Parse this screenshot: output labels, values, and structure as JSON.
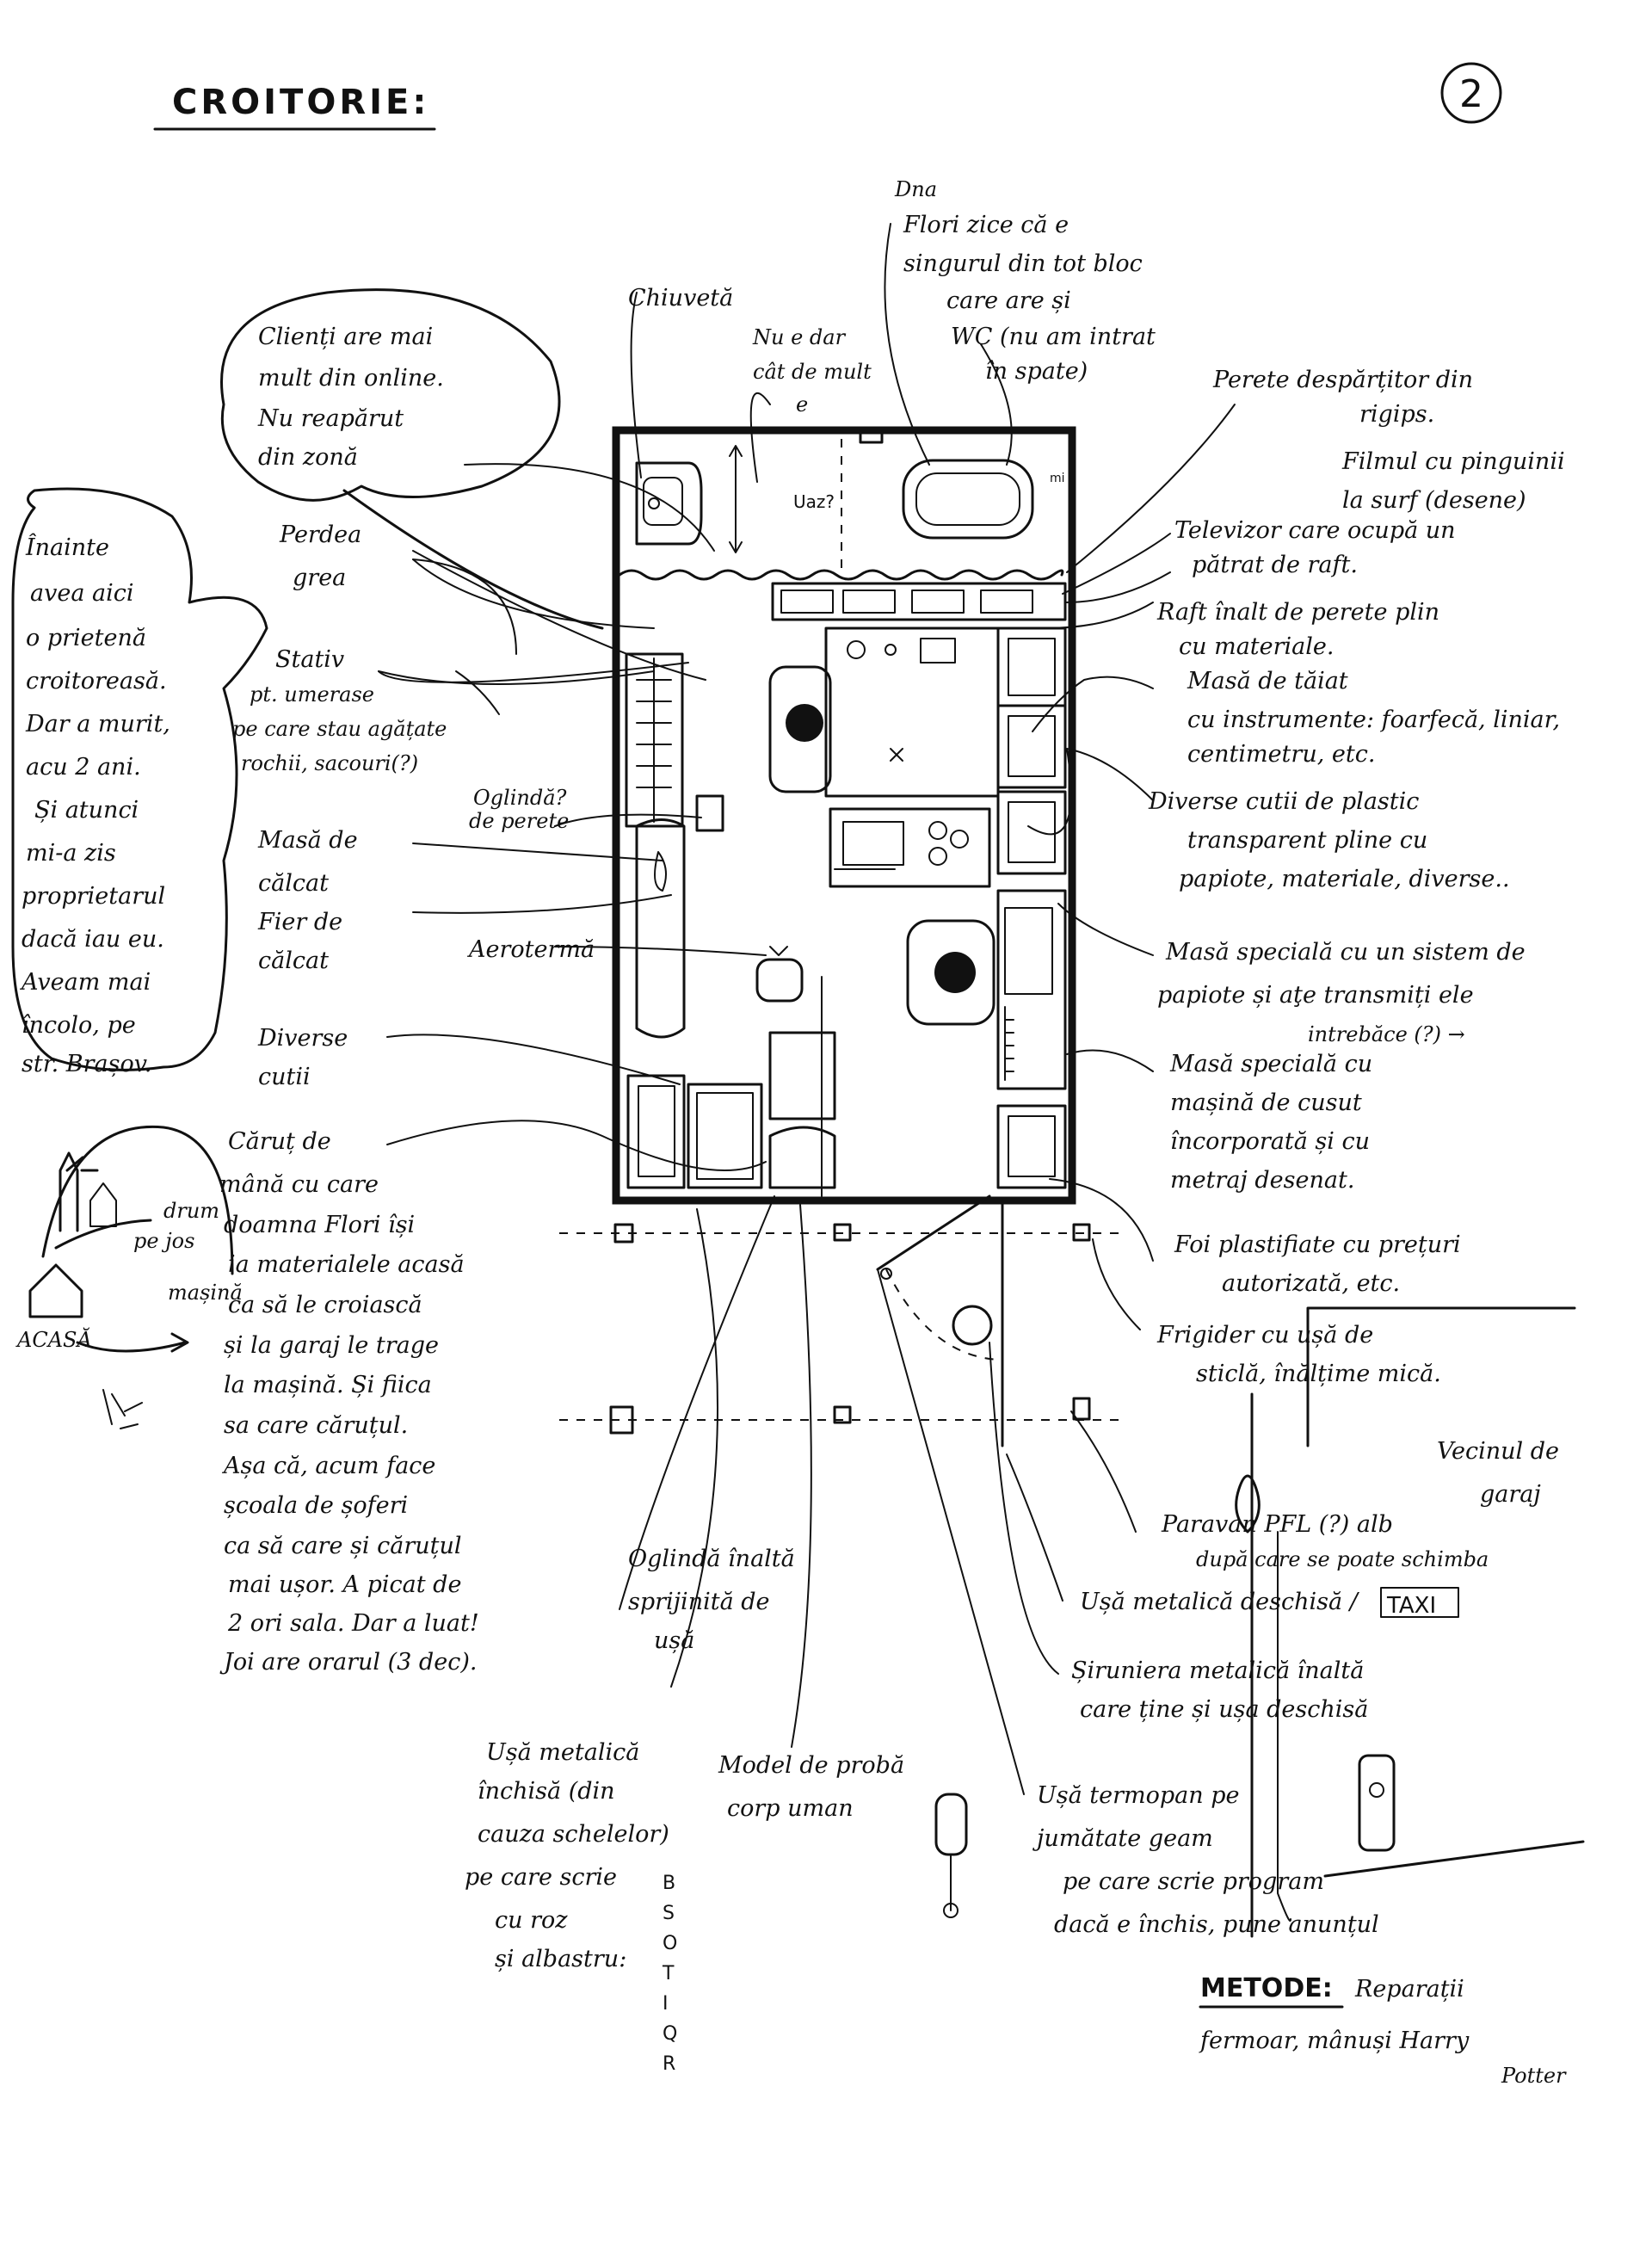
{
  "title": "CROITORIE:",
  "page_number": "2",
  "plan": {
    "unknown_mark": "Uaz?",
    "tv_mark": "mi i",
    "shelf_letters": [
      "B",
      "S",
      "O",
      "T",
      "I",
      "Q",
      "R"
    ],
    "taxi_label": "TAXI"
  },
  "labels": {
    "wc": [
      "Dna",
      "Flori zice că e",
      "singurul din tot bloc",
      "care are și",
      "WC (nu am intrat",
      "în spate)"
    ],
    "chiuveta": [
      "Chiuvetă"
    ],
    "nu_e_cat": [
      "Nu e dar",
      "cât de mult",
      "e"
    ],
    "clienti": [
      "Clienți are mai",
      "mult din online.",
      "Nu reapărut",
      "din zonă"
    ],
    "perete": [
      "Perete despărțitor din",
      "rigips."
    ],
    "filmul": [
      "Filmul cu pinguinii",
      "la surf (desene)"
    ],
    "perdea": [
      "Perdea",
      "grea"
    ],
    "televizor": [
      "Televizor care ocupă un",
      "pătrat de raft."
    ],
    "inainte": [
      "Înainte",
      "avea aici",
      "o prietenă",
      "croitoreasă.",
      "Dar a murit,",
      "acu 2 ani.",
      "Și atunci",
      "mi-a zis",
      "proprietarul",
      "dacă iau eu.",
      "Aveam mai",
      "încolo, pe",
      "str. Brașov."
    ],
    "raft": [
      "Raft înalt de perete plin",
      "cu materiale."
    ],
    "stativ": [
      "Stativ",
      "pt. umerase",
      "pe care stau agățate",
      "rochii, sacouri(?)"
    ],
    "oglinda_perete": [
      "Oglindă?",
      "de perete"
    ],
    "masa_taiat": [
      "Masă de tăiat",
      "cu instrumente: foarfecă, liniar,",
      "centimetru, etc."
    ],
    "cutii": [
      "Diverse cutii de plastic",
      "transparent pline cu",
      "papiote, materiale, diverse.."
    ],
    "masa_calcat": [
      "Masă de",
      "călcat"
    ],
    "fier": [
      "Fier de",
      "călcat"
    ],
    "aeroterma": [
      "Aerotermă"
    ],
    "masa_papiote": [
      "Masă specială cu un sistem de",
      "papiote și aţe transmiți ele"
    ],
    "intrebare": [
      "intrebăce (?) →"
    ],
    "diverse_cutii": [
      "Diverse",
      "cutii"
    ],
    "masa_cusut": [
      "Masă specială cu",
      "mașină de cusut",
      "încorporată și cu",
      "metraj desenat."
    ],
    "carut": [
      "Căruț de",
      "mână cu care",
      "doamna Flori își",
      "ia materialele acasă",
      "ca să le croiască",
      "și la garaj le trage",
      "la mașină. Și fiica",
      "sa care căruțul.",
      "Așa că, acum face",
      "școala de șoferi",
      "ca să care și căruțul",
      "mai ușor. A picat de",
      "2 ori sala. Dar a luat!",
      "Joi are orarul (3 dec)."
    ],
    "foi": [
      "Foi plastifiate cu prețuri",
      "autorizată, etc."
    ],
    "drum": [
      "drum"
    ],
    "pe_jos": [
      "pe jos"
    ],
    "acasa": [
      "ACASĂ"
    ],
    "masina": [
      "mașină"
    ],
    "frigider": [
      "Frigider cu ușă de",
      "sticlă, înălțime mică."
    ],
    "vecinul": [
      "Vecinul de",
      "garaj"
    ],
    "paravan": [
      "Paravan PFL (?) alb",
      "după care se poate schimba"
    ],
    "usa_deschisa": [
      "Ușă metalică deschisă /"
    ],
    "oglinda_inalta": [
      "Oglindă înaltă",
      "sprijinită de",
      "ușă"
    ],
    "siruniera": [
      "Șiruniera metalică înaltă",
      "care ține și ușa deschisă"
    ],
    "usa_inchisa": [
      "Ușă metalică",
      "închisă (din",
      "cauza schelelor)",
      "pe care scrie",
      "cu roz",
      "și albastru:"
    ],
    "model": [
      "Model de probă",
      "corp uman"
    ],
    "usa_termopan": [
      "Ușă termopan pe",
      "jumătate geam",
      "pe care scrie program",
      "dacă e închis, pune anunțul"
    ],
    "metode": [
      "Reparații",
      "fermoar, mânuși Harry",
      "Potter"
    ],
    "metode_head": [
      "METODE:"
    ]
  }
}
